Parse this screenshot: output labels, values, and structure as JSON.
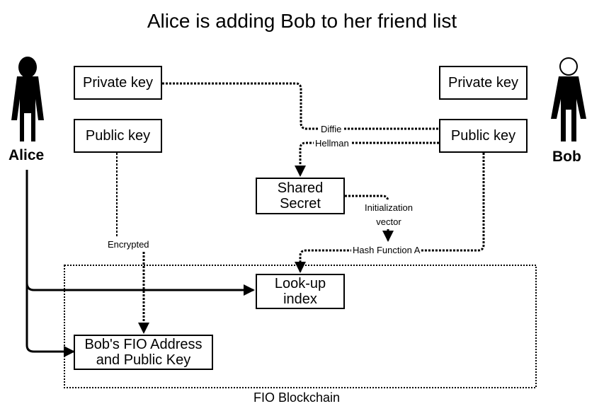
{
  "title": "Alice is adding Bob to her friend list",
  "alice": {
    "name": "Alice"
  },
  "bob": {
    "name": "Bob"
  },
  "boxes": {
    "alice_private_key": "Private key",
    "alice_public_key": "Public key",
    "bob_private_key": "Private key",
    "bob_public_key": "Public key",
    "shared_secret": "Shared\nSecret",
    "lookup_index": "Look-up\nindex",
    "bob_fio_address": "Bob's FIO Address\nand Public Key"
  },
  "labels": {
    "diffie": "Diffie",
    "hellman": "Hellman",
    "initialization_vector": "Initialization\nvector",
    "hash_function": "Hash Function A",
    "encrypted": "Encrypted"
  },
  "container": {
    "label": "FIO Blockchain"
  }
}
